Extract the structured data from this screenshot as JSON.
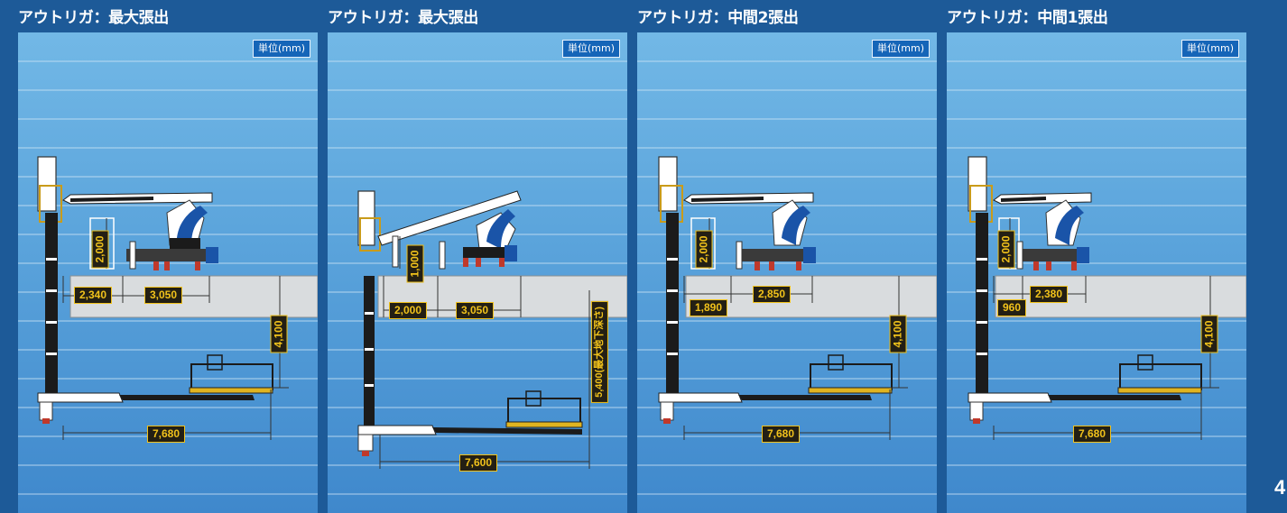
{
  "unit_label": "単位(mm)",
  "page_number": "4",
  "panels": [
    {
      "title": "アウトリガ：最大張出",
      "dims": {
        "height_step": "2,000",
        "offset": "2,340",
        "outrigger": "3,050",
        "depth": "4,100",
        "reach": "7,680"
      }
    },
    {
      "title": "アウトリガ：最大張出",
      "dims": {
        "height_step": "1,000",
        "offset": "2,000",
        "outrigger": "3,050",
        "depth": "5,400(最大地下深さ)",
        "reach": "7,600"
      }
    },
    {
      "title": "アウトリガ：中間2張出",
      "dims": {
        "height_step": "2,000",
        "offset": "1,890",
        "outrigger": "2,850",
        "depth": "4,100",
        "reach": "7,680"
      }
    },
    {
      "title": "アウトリガ：中間1張出",
      "dims": {
        "height_step": "2,000",
        "offset": "960",
        "outrigger": "2,380",
        "depth": "4,100",
        "reach": "7,680"
      }
    }
  ],
  "colors": {
    "background": "#1d5a98",
    "dim_label_bg": "#231f14",
    "dim_label_fg": "#f1c21b",
    "truck_blue": "#1a54a8"
  }
}
